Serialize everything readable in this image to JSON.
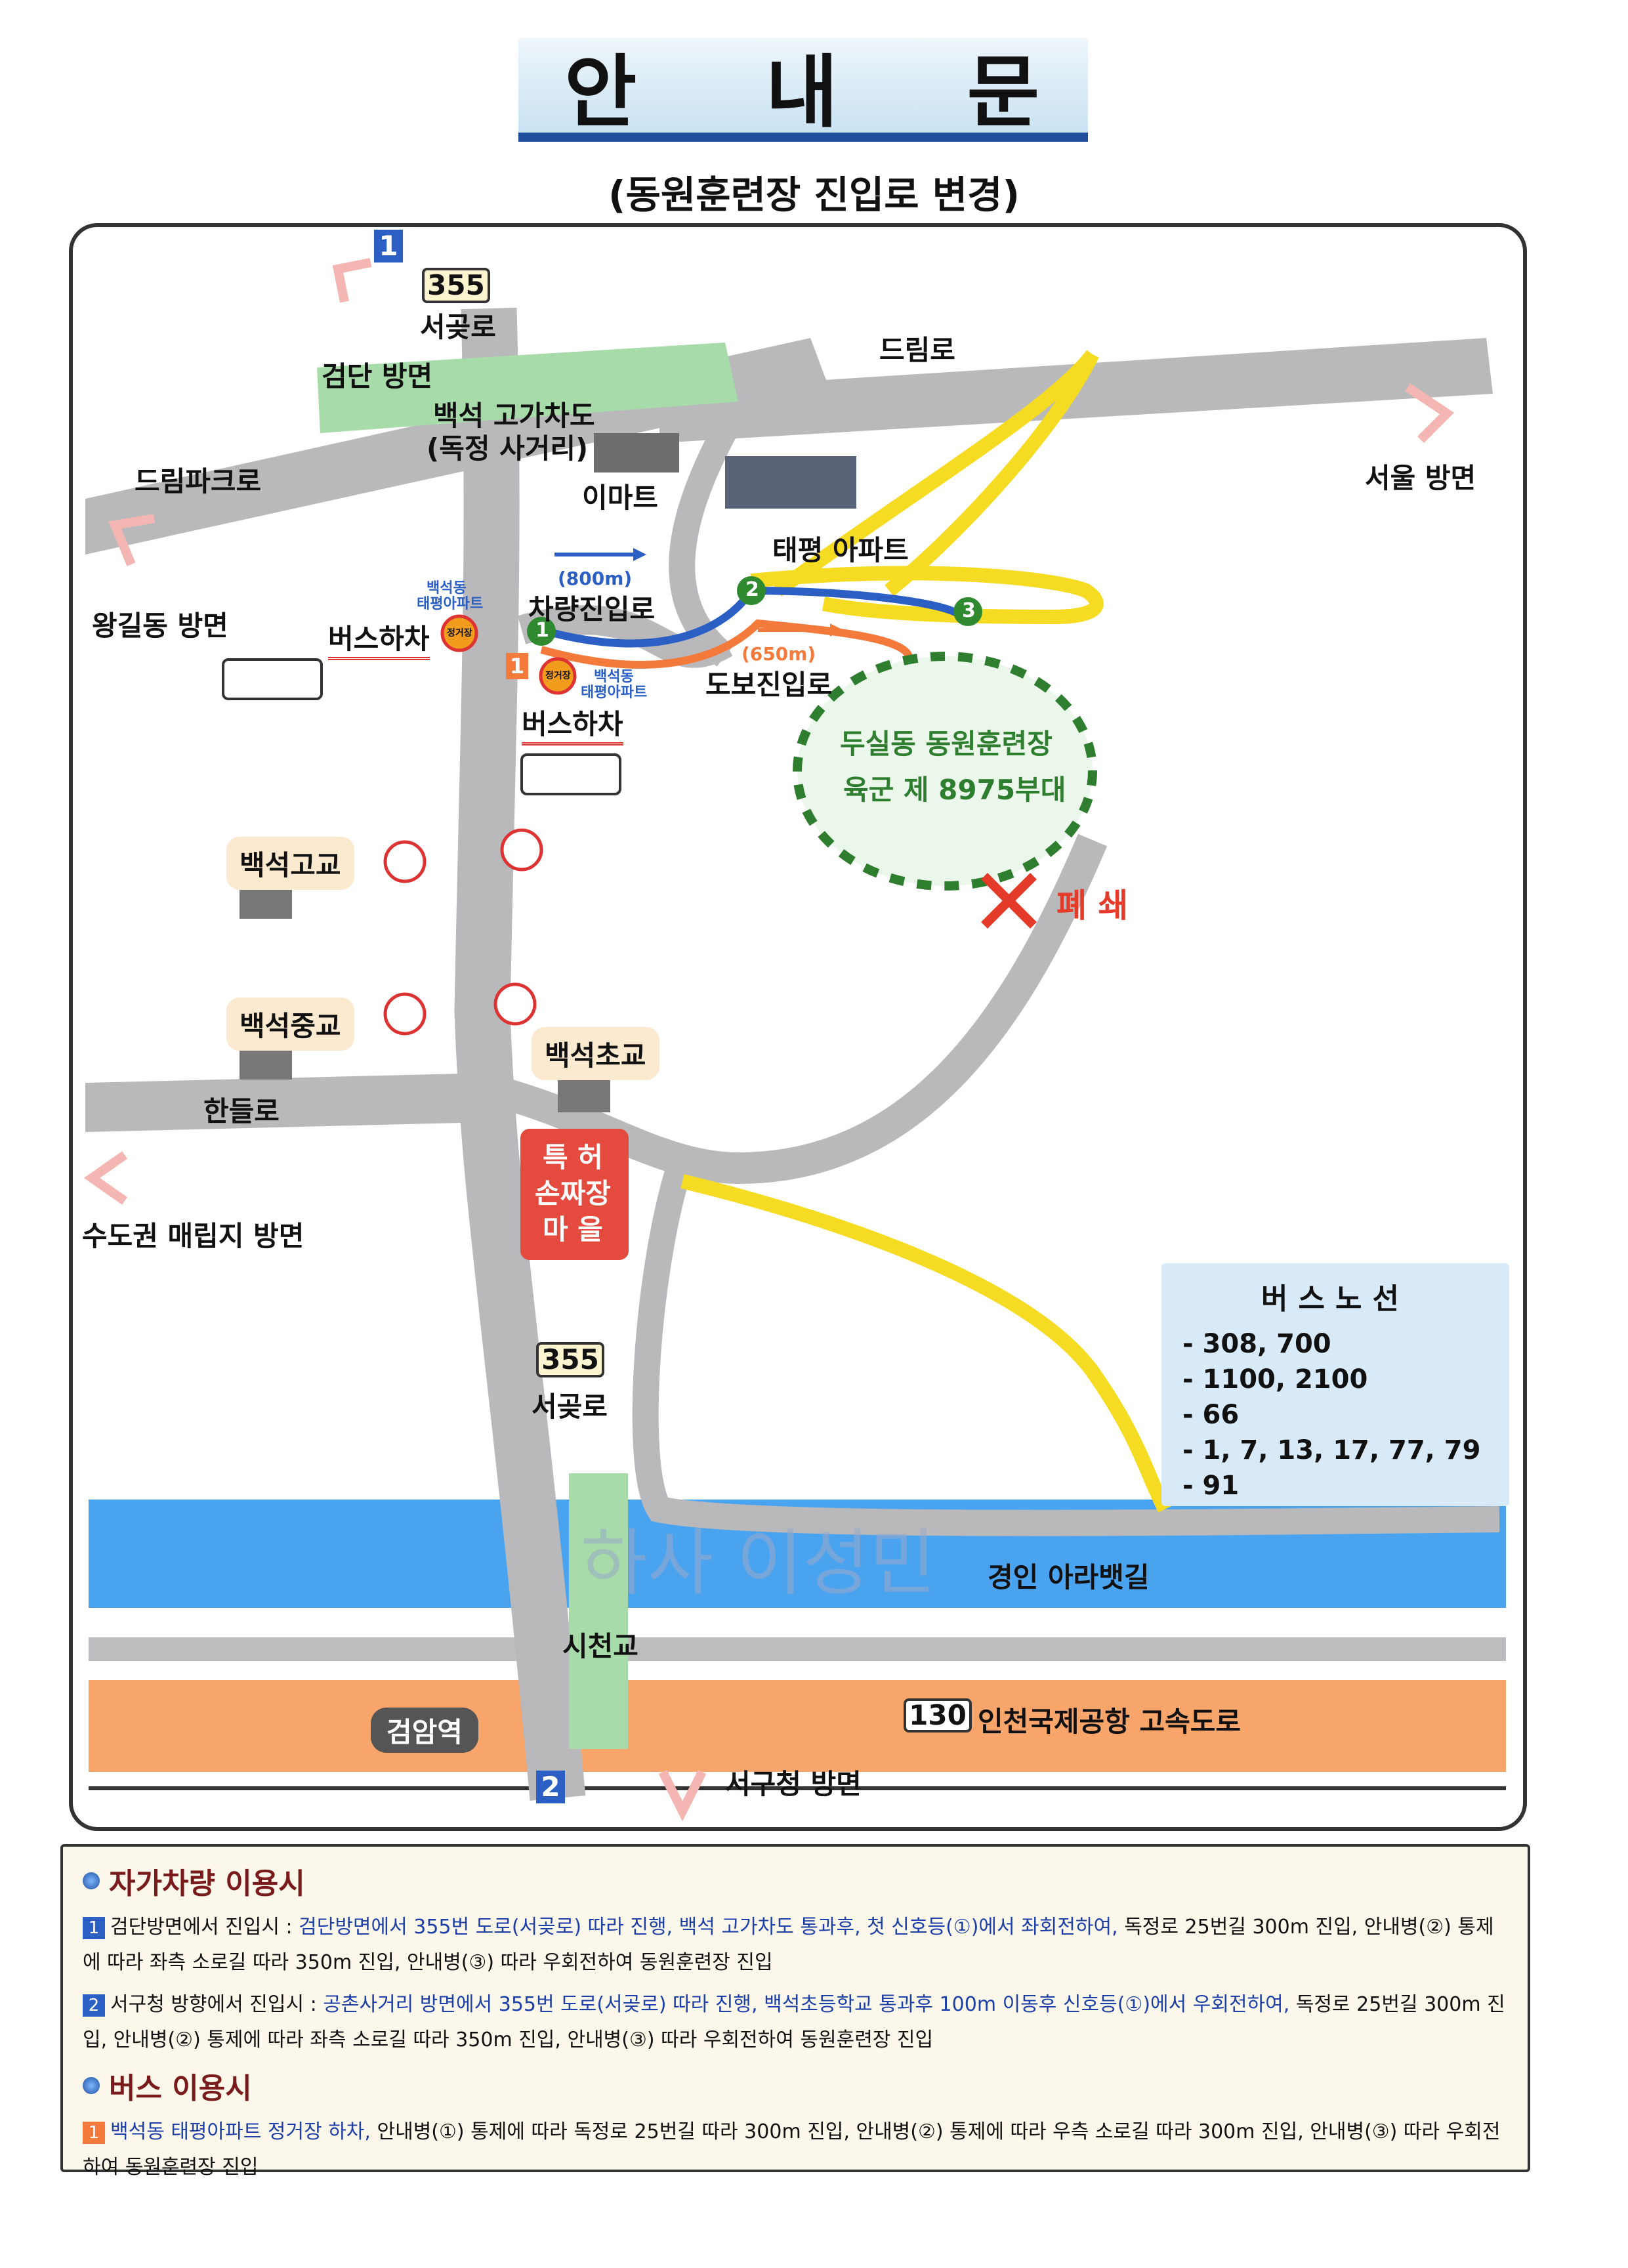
{
  "title": {
    "c1": "안",
    "c2": "내",
    "c3": "문"
  },
  "subtitle": "(동원훈련장 진입로 변경)",
  "map": {
    "route355_top": "355",
    "seogot_top": "서곶로",
    "geomdan": "검단 방면",
    "baekseok_overpass": "백석 고가차도",
    "dokjeong": "(독정 사거리)",
    "dream_park": "드림파크로",
    "dream_ro": "드림로",
    "seoul": "서울 방면",
    "emart": "이마트",
    "taepyeong": "태평 아파트",
    "wanggil": "왕길동 방면",
    "car_dist": "(800m)",
    "car_entry": "차량진입로",
    "walk_dist": "(650m)",
    "walk_entry": "도보진입로",
    "bus_stop_1": "버스하차",
    "bus_stop_2": "버스하차",
    "stop_label_1a": "백석동",
    "stop_label_1b": "태평아파트",
    "stop_label_2a": "백석동",
    "stop_label_2b": "태평아파트",
    "stop_badge": "정거장",
    "camp_line1": "두실동 동원훈련장",
    "camp_line2": "육군 제 8975부대",
    "closed": "폐 쇄",
    "school_high": "백석고교",
    "school_middle": "백석중교",
    "school_elem": "백석초교",
    "handeul": "한들로",
    "sudo": "수도권 매립지 방면",
    "village_l1": "특  허",
    "village_l2": "손짜장",
    "village_l3": "마  을",
    "route355_bottom": "355",
    "seogot_bottom": "서곶로",
    "ara": "경인 아라뱃길",
    "sicheon": "시천교",
    "route130": "130",
    "expressway": "인천국제공항 고속도로",
    "geomam": "검암역",
    "seogu": "서구청 방면",
    "marker_1": "1",
    "marker_2": "2",
    "marker_bus": "1",
    "wp1": "1",
    "wp2": "2",
    "wp3": "3",
    "watermark": "하사 이성민"
  },
  "bus_routes": {
    "heading": "버스노선",
    "items": [
      "- 308, 700",
      "- 1100, 2100",
      "- 66",
      "- 1, 7, 13, 17, 77, 79",
      "- 91"
    ]
  },
  "info": {
    "car_heading": "자가차량 이용시",
    "car1_num": "1",
    "car1_lead": "검단방면에서 진입시 : ",
    "car1_blue": "검단방면에서 355번 도로(서곶로) 따라 진행, 백석 고가차도 통과후, 첫 신호등(①)에서 좌회전하여,",
    "car1_rest": " 독정로 25번길 300m 진입, 안내병(②) 통제에 따라 좌측 소로길 따라 350m 진입, 안내병(③) 따라 우회전하여 동원훈련장 진입",
    "car2_num": "2",
    "car2_lead": "서구청 방향에서 진입시 : ",
    "car2_blue": "공촌사거리 방면에서 355번 도로(서곶로) 따라 진행, 백석초등학교 통과후 100m 이동후 신호등(①)에서 우회전하여,",
    "car2_rest": " 독정로 25번길 300m 진입, 안내병(②) 통제에 따라 좌측 소로길 따라 350m 진입, 안내병(③) 따라 우회전하여 동원훈련장 진입",
    "bus_heading": "버스 이용시",
    "bus1_num": "1",
    "bus1_blue": "백석동 태평아파트 정거장 하차,",
    "bus1_rest": " 안내병(①) 통제에 따라 독정로 25번길 따라 300m 진입, 안내병(②) 통제에 따라 우측 소로길 따라 300m 진입, 안내병(③) 따라 우회전하여 동원훈련장 진입"
  },
  "colors": {
    "road": "#b9b9bb",
    "green_road": "#a7dba9",
    "yellow": "#f5dc22",
    "blue_route": "#2c5fc4",
    "orange_route": "#f47a3c",
    "river": "#4aa3ef",
    "express": "#f7a56a",
    "camp": "#2f7d2f",
    "closed": "#e43a2a"
  }
}
